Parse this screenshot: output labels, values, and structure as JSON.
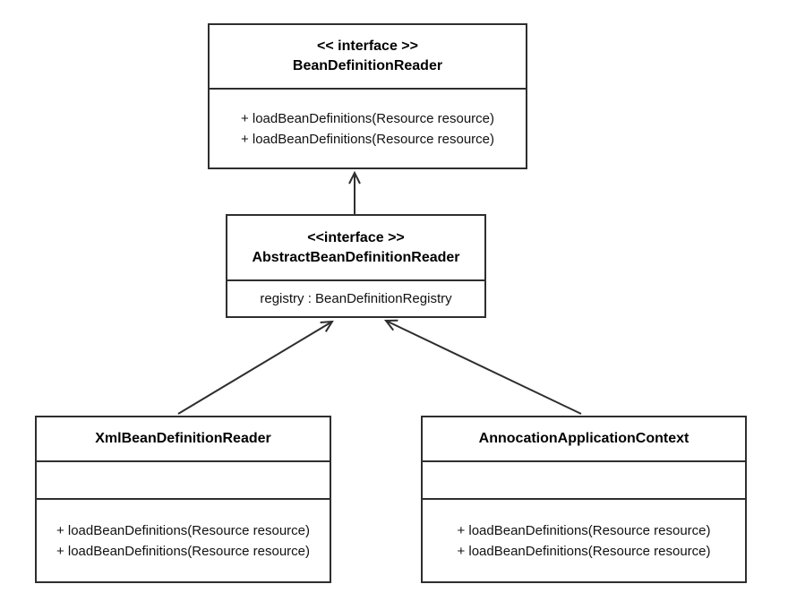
{
  "diagram": {
    "kind": "uml-class-diagram",
    "colors": {
      "background": "#ffffff",
      "line": "#2e2e2e",
      "text": "#000000"
    }
  },
  "classes": [
    {
      "name": "BeanDefinitionReader",
      "stereotype": "<< interface >>",
      "attributes": [],
      "methods": [
        "+ loadBeanDefinitions(Resource resource)",
        "+ loadBeanDefinitions(Resource resource)"
      ]
    },
    {
      "name": "AbstractBeanDefinitionReader",
      "stereotype": "<<interface >>",
      "attributes": [
        "registry : BeanDefinitionRegistry"
      ],
      "methods": []
    },
    {
      "name": "XmlBeanDefinitionReader",
      "stereotype": "",
      "attributes": [],
      "methods": [
        "+ loadBeanDefinitions(Resource resource)",
        "+ loadBeanDefinitions(Resource resource)"
      ]
    },
    {
      "name": "AnnocationApplicationContext",
      "stereotype": "",
      "attributes": [],
      "methods": [
        "+ loadBeanDefinitions(Resource resource)",
        "+ loadBeanDefinitions(Resource resource)"
      ]
    }
  ],
  "relationships": [
    {
      "type": "generalization",
      "from": "AbstractBeanDefinitionReader",
      "to": "BeanDefinitionReader"
    },
    {
      "type": "generalization",
      "from": "XmlBeanDefinitionReader",
      "to": "AbstractBeanDefinitionReader"
    },
    {
      "type": "generalization",
      "from": "AnnocationApplicationContext",
      "to": "AbstractBeanDefinitionReader"
    }
  ]
}
